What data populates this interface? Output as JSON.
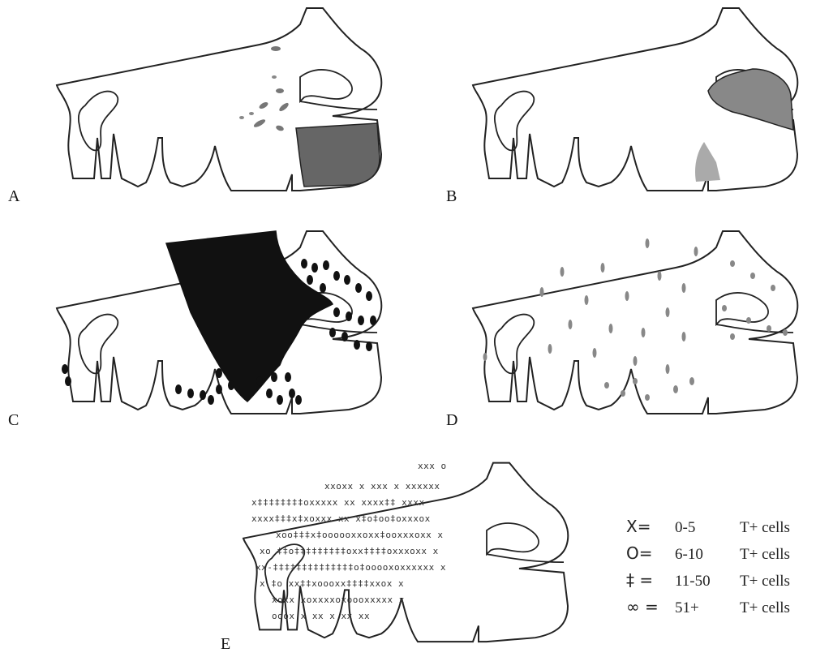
{
  "panels": [
    {
      "id": "A",
      "label": "A"
    },
    {
      "id": "B",
      "label": "B"
    },
    {
      "id": "C",
      "label": "C"
    },
    {
      "id": "D",
      "label": "D"
    },
    {
      "id": "E",
      "label": "E"
    }
  ],
  "legend": [
    {
      "symbol": "X=",
      "range": "0-5",
      "unit": "T+ cells"
    },
    {
      "symbol": "O=",
      "range": "6-10",
      "unit": "T+ cells"
    },
    {
      "symbol": "‡ =",
      "range": "11-50",
      "unit": "T+ cells"
    },
    {
      "symbol": "∞ =",
      "range": "51+",
      "unit": "T+ cells"
    }
  ],
  "panel_e_rows": [
    "xxx o",
    "xxoxx  x  xxx  x  xxxxxx",
    "x‡‡‡‡‡‡‡‡oxxxxx  xx  xxxx‡‡  xxxx",
    "xxxx‡‡‡x‡xoxxx  xx  x‡o‡oo‡oxxxox",
    "xoo‡‡‡x‡oooooxxoxx‡ooxxxoxx  x",
    "xo  ‡‡o‡‡‡‡‡‡‡‡‡oxx‡‡‡‡oxxxoxx  x",
    "xx-‡‡‡‡‡‡‡‡‡‡‡‡‡‡o‡ooooxoxxxxxx  x",
    "x  ‡o  xx‡‡xoooxx‡‡‡‡xxox  x",
    "xoxx  xoxxxxoxoooxxxxx  x",
    "ooox  x  xx  x  xx  xx"
  ]
}
